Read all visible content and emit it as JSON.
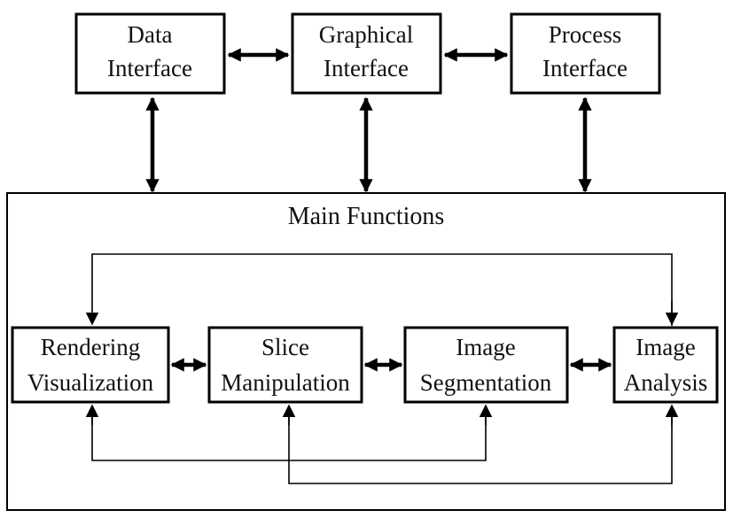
{
  "interfaces": {
    "data": [
      "Data",
      "Interface"
    ],
    "graphical": [
      "Graphical",
      "Interface"
    ],
    "process": [
      "Process",
      "Interface"
    ]
  },
  "main": {
    "title": "Main Functions",
    "rendering": [
      "Rendering",
      "Visualization"
    ],
    "slice": [
      "Slice",
      "Manipulation"
    ],
    "segmentation": [
      "Image",
      "Segmentation"
    ],
    "analysis": [
      "Image",
      "Analysis"
    ]
  }
}
